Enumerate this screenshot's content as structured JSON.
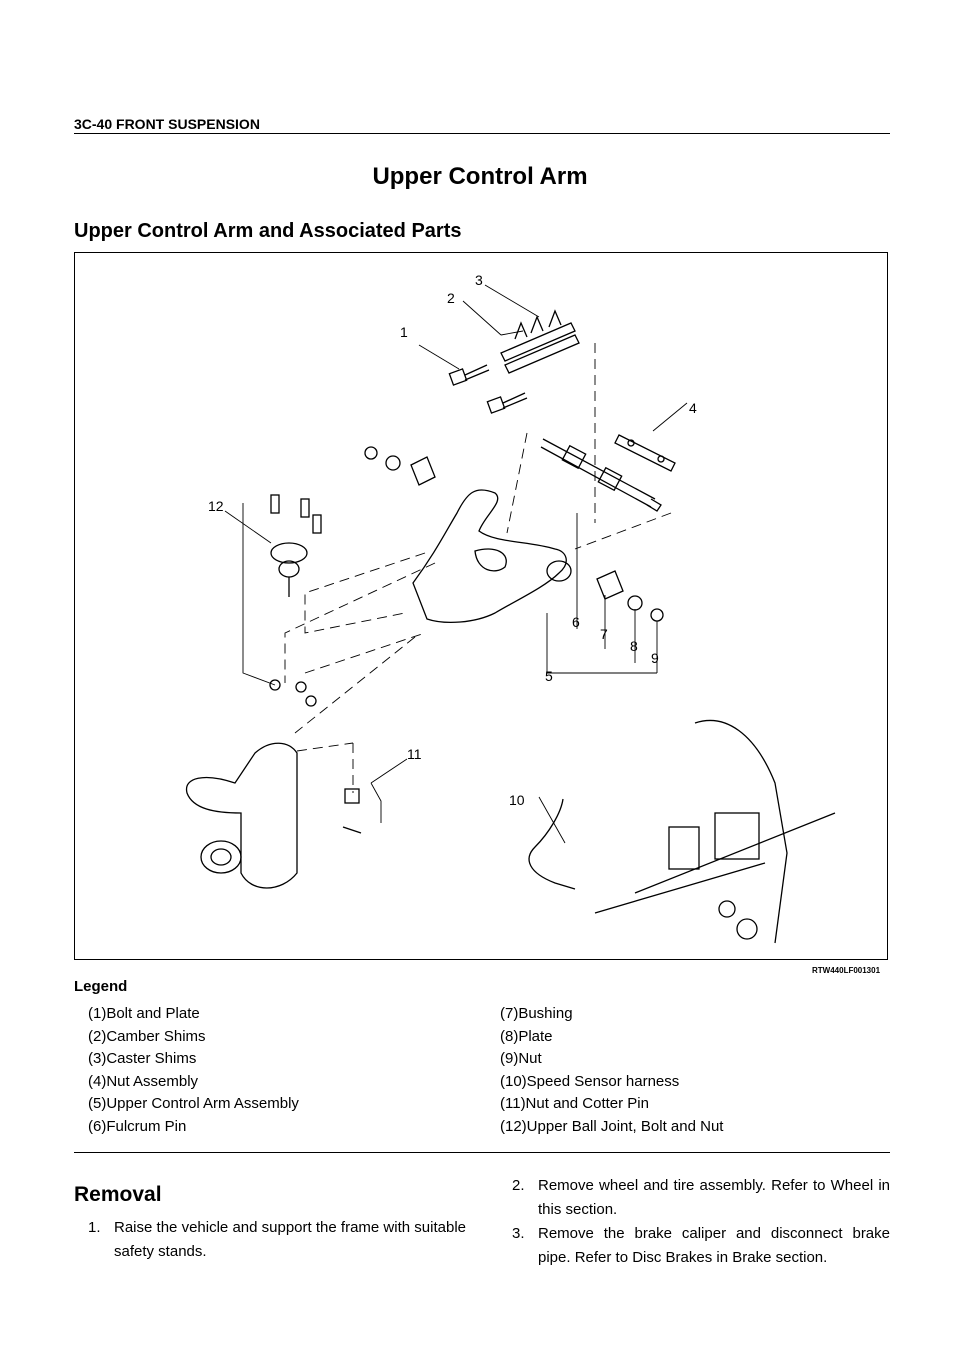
{
  "header": {
    "text": "3C-40  FRONT SUSPENSION"
  },
  "title": "Upper Control Arm",
  "subtitle": "Upper Control Arm and Associated Parts",
  "figure": {
    "code": "RTW440LF001301",
    "callouts": [
      "1",
      "2",
      "3",
      "4",
      "5",
      "6",
      "7",
      "8",
      "9",
      "10",
      "11",
      "12"
    ]
  },
  "legend": {
    "title": "Legend",
    "left": [
      "(1)Bolt and Plate",
      "(2)Camber Shims",
      "(3)Caster Shims",
      "(4)Nut Assembly",
      "(5)Upper Control Arm Assembly",
      "(6)Fulcrum Pin"
    ],
    "right": [
      "(7)Bushing",
      "(8)Plate",
      "(9)Nut",
      "(10)Speed Sensor harness",
      "(11)Nut and Cotter Pin",
      "(12)Upper Ball Joint, Bolt and Nut"
    ]
  },
  "removal": {
    "title": "Removal",
    "steps": [
      {
        "num": "1.",
        "text": "Raise the vehicle and support the frame with suitable safety stands."
      },
      {
        "num": "2.",
        "text": "Remove wheel and tire assembly. Refer to Wheel in this section."
      },
      {
        "num": "3.",
        "text": "Remove the brake caliper and disconnect brake pipe. Refer to Disc Brakes in Brake section."
      }
    ]
  }
}
